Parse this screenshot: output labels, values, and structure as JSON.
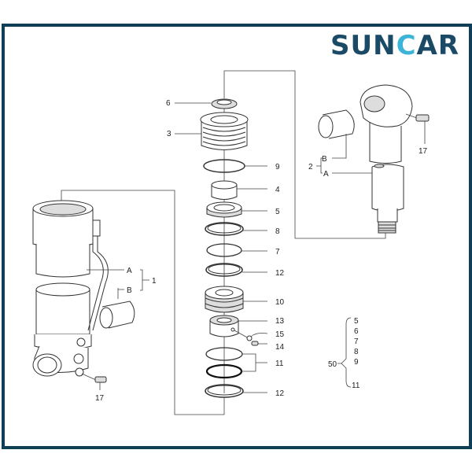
{
  "brand": {
    "logo_text_a": "SUN",
    "logo_text_c": "C",
    "logo_text_b": "AR",
    "primary_color": "#1b4a66",
    "accent_color": "#3cb4d8",
    "frame_color": "#0f3e57"
  },
  "callouts": {
    "p6": "6",
    "p3": "3",
    "p9": "9",
    "p4": "4",
    "p5": "5",
    "p8": "8",
    "p7": "7",
    "p12a": "12",
    "p10": "10",
    "p13": "13",
    "p15": "15",
    "p14": "14",
    "p11": "11",
    "p12b": "12",
    "left_a": "A",
    "left_b": "B",
    "left_1": "1",
    "left_17": "17",
    "right_a": "A",
    "right_b": "B",
    "right_2": "2",
    "right_17": "17"
  },
  "kit": {
    "label": "50",
    "items": [
      "5",
      "6",
      "7",
      "8",
      "9",
      "11"
    ]
  }
}
